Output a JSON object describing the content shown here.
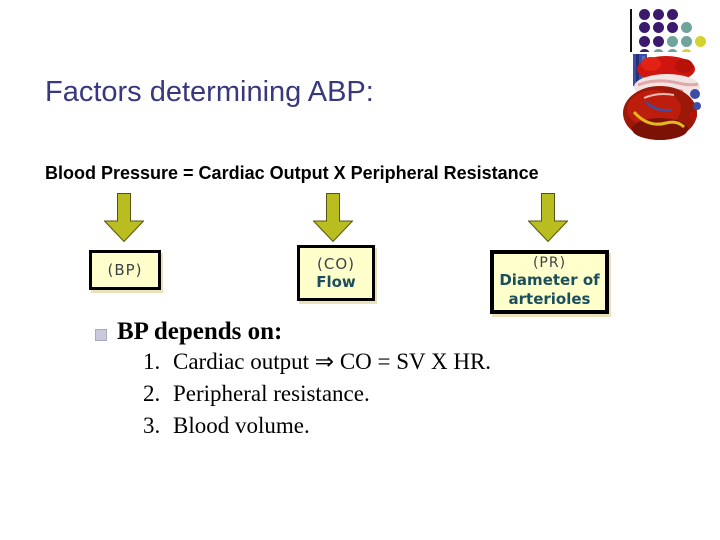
{
  "slide": {
    "title": "Factors determining ABP:",
    "equation": "Blood Pressure = Cardiac Output X Peripheral Resistance",
    "boxes": [
      {
        "abbr": "(BP)"
      },
      {
        "abbr": "(CO)",
        "label": "Flow"
      },
      {
        "abbr": "(PR)",
        "label_line1": "Diameter of",
        "label_line2": "arterioles"
      }
    ],
    "bullet": {
      "heading": "BP depends on:",
      "items": [
        {
          "num": "1.",
          "text": "Cardiac output ⇒ CO = SV X HR."
        },
        {
          "num": "2.",
          "text": "Peripheral resistance."
        },
        {
          "num": "3.",
          "text": "Blood volume."
        }
      ]
    },
    "colors": {
      "title_text": "#38387e",
      "body_text": "#000000",
      "box_fill": "#ffffcc",
      "box_border": "#000000",
      "box_teal_text": "#1b4f5c",
      "arrow_olive": "#b9bd20",
      "dot_purple": "#3b1a6e",
      "dot_teal": "#6fa39b",
      "dot_yellow": "#d4d22f"
    }
  }
}
